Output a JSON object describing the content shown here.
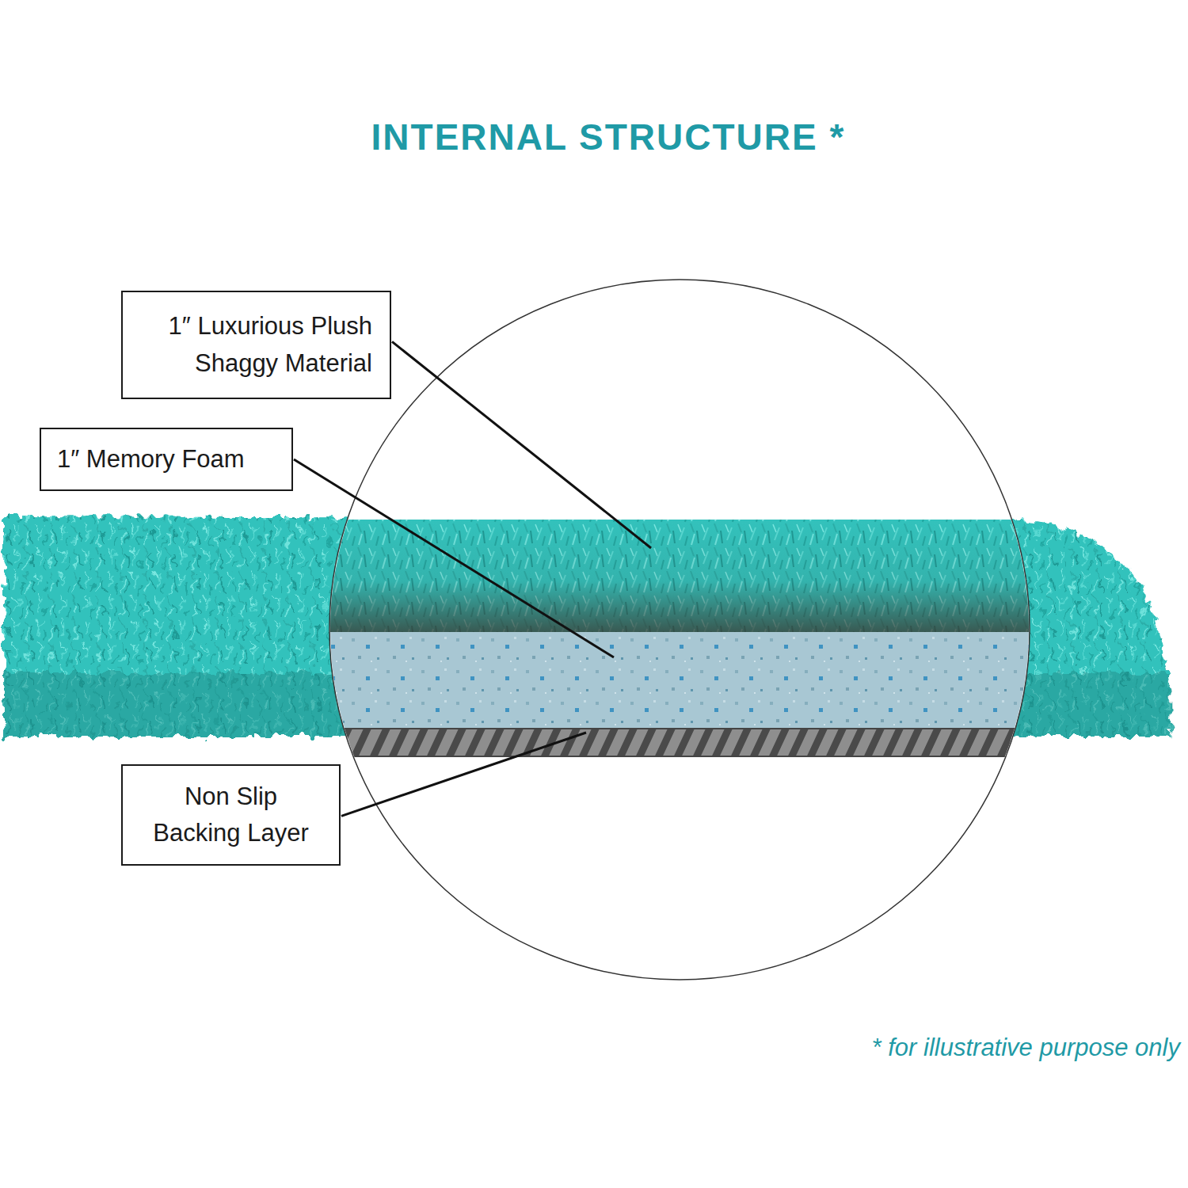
{
  "diagram": {
    "title": "INTERNAL STRUCTURE *",
    "caption": "* for illustrative purpose only",
    "nodes": [
      {
        "text": [
          "1″ Luxurious Plush Shaggy Material"
        ]
      },
      {
        "text": [
          "1″ Memory Foam"
        ]
      },
      {
        "text": [
          "Non Slip Backing Layer"
        ]
      }
    ]
  }
}
